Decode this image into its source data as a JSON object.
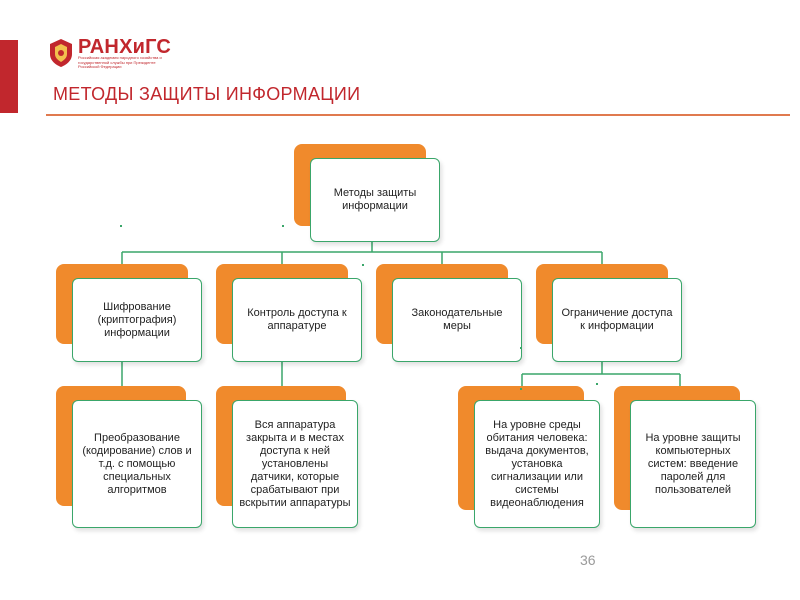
{
  "header": {
    "logo_text": "РАНХиГС",
    "logo_subtext": "Российская академия народного хозяйства и государственной службы при Президенте Российской Федерации",
    "title": "МЕТОДЫ ЗАЩИТЫ ИНФОРМАЦИИ"
  },
  "diagram": {
    "root": "Методы защиты информации",
    "level1": [
      "Шифрование (криптография) информации",
      "Контроль доступа к аппаратуре",
      "Законодательные меры",
      "Ограничение доступа к информации"
    ],
    "level2": {
      "encryption_detail": "Преобразование (кодирование) слов и т.д. с помощью специальных алгоритмов",
      "access_control_detail": "Вся аппаратура закрыта и в местах доступа к ней установлены датчики, которые срабатывают при вскрытии аппаратуры",
      "physical_env": "На уровне среды обитания человека: выдача документов, установка сигнализации или системы видеонаблюдения",
      "computer_systems": "На уровне защиты компьютерных систем: введение паролей для пользователей"
    }
  },
  "footer": {
    "page_number": "36"
  },
  "colors": {
    "accent_red": "#c1272d",
    "orange": "#f08a2c",
    "green_border": "#3aa66a",
    "rule": "#e07a4f"
  }
}
